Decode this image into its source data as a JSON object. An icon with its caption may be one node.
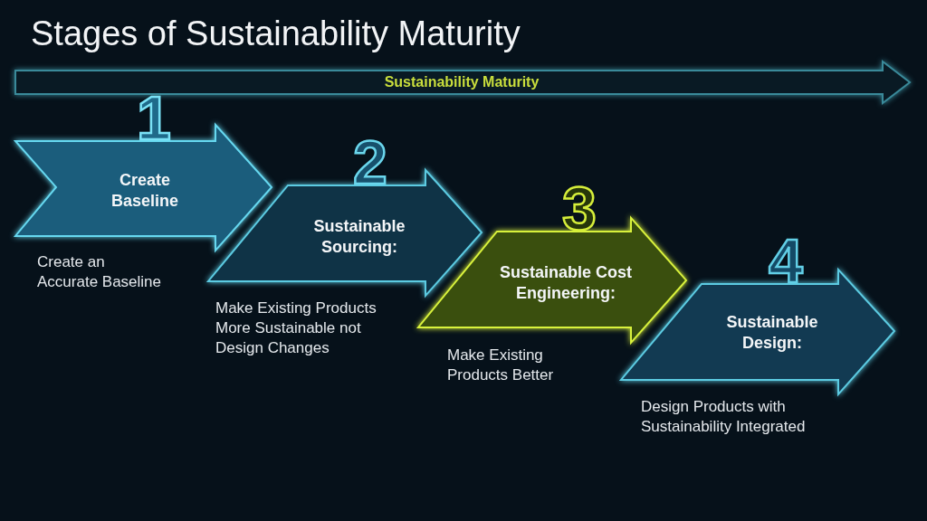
{
  "diagram": {
    "title": "Stages of Sustainability Maturity",
    "nodes": [
      {
        "text": [
          "Sustainability Maturity"
        ]
      },
      {
        "text": [
          "1",
          "Create Baseline"
        ],
        "beside": [
          "Create an Accurate Baseline"
        ]
      },
      {
        "text": [
          "2",
          "Sustainable Sourcing:"
        ],
        "beside": [
          "Make Existing Products More Sustainable not Design Changes"
        ]
      },
      {
        "text": [
          "3",
          "Sustainable Cost Engineering:"
        ],
        "beside": [
          "Make Existing Products Better"
        ]
      },
      {
        "text": [
          "4",
          "Sustainable Design:"
        ],
        "beside": [
          "Design Products with Sustainability Integrated"
        ]
      }
    ]
  }
}
